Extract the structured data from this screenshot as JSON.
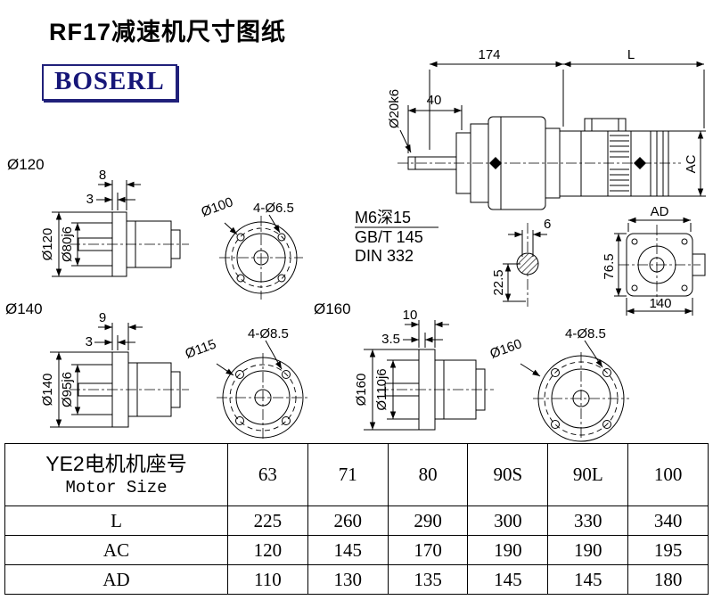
{
  "page": {
    "title": "RF17减速机尺寸图纸",
    "logo": "BOSERL"
  },
  "assembly": {
    "dim_length_front": "174",
    "dim_length_motor": "L",
    "dim_shaft_len": "40",
    "dim_shaft_dia": "Ø20k6",
    "dim_ac": "AC",
    "dim_ad": "AD",
    "dim_flange_h": "76.5",
    "dim_flange_w": "140"
  },
  "notes": {
    "line1": "M6深15",
    "line2": "GB/T 145",
    "line3": "DIN 332"
  },
  "shaft_section": {
    "dim_key_width": "6",
    "dim_key_depth": "22.5"
  },
  "flange120": {
    "label": "Ø120",
    "dim_a": "8",
    "dim_b": "3",
    "dim_outer": "Ø120",
    "dim_pilot": "Ø80j6",
    "dim_bolt_circle": "Ø100",
    "dim_holes": "4-Ø6.5"
  },
  "flange140": {
    "label": "Ø140",
    "dim_a": "9",
    "dim_b": "3",
    "dim_outer": "Ø140",
    "dim_pilot": "Ø95j6",
    "dim_bolt_circle": "Ø115",
    "dim_holes": "4-Ø8.5"
  },
  "flange160": {
    "label": "Ø160",
    "dim_a": "10",
    "dim_b": "3.5",
    "dim_outer": "Ø160",
    "dim_pilot": "Ø110j6",
    "dim_bolt_circle": "Ø160",
    "dim_holes": "4-Ø8.5"
  },
  "table": {
    "header_cn": "YE2电机机座号",
    "header_en": "Motor Size",
    "motor_sizes": [
      "63",
      "71",
      "80",
      "90S",
      "90L",
      "100"
    ],
    "rows": [
      {
        "label": "L",
        "values": [
          "225",
          "260",
          "290",
          "300",
          "330",
          "340"
        ]
      },
      {
        "label": "AC",
        "values": [
          "120",
          "145",
          "170",
          "190",
          "190",
          "195"
        ]
      },
      {
        "label": "AD",
        "values": [
          "110",
          "130",
          "135",
          "145",
          "145",
          "180"
        ]
      }
    ]
  }
}
